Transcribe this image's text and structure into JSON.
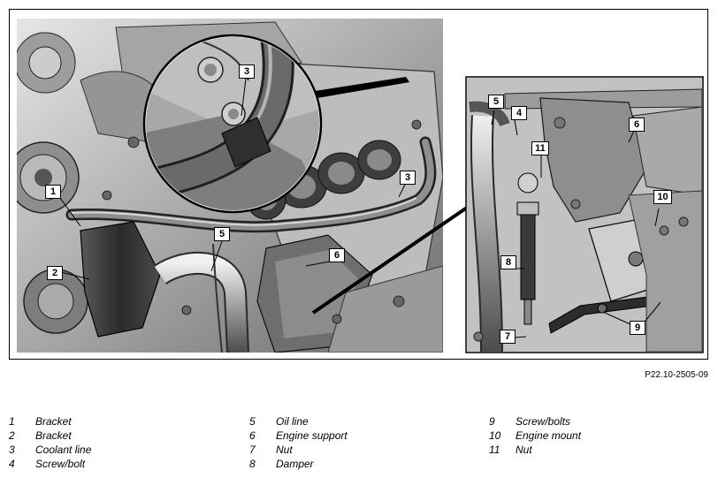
{
  "figure_code": "P22.10-2505-09",
  "callouts": {
    "c1": "1",
    "c2": "2",
    "c3a": "3",
    "c3b": "3",
    "c4": "4",
    "c5a": "5",
    "c5b": "5",
    "c6a": "6",
    "c6b": "6",
    "c7": "7",
    "c8": "8",
    "c9": "9",
    "c10": "10",
    "c11": "11"
  },
  "legend": [
    {
      "num": "1",
      "label": "Bracket"
    },
    {
      "num": "2",
      "label": "Bracket"
    },
    {
      "num": "3",
      "label": "Coolant line"
    },
    {
      "num": "4",
      "label": "Screw/bolt"
    },
    {
      "num": "5",
      "label": "Oil line"
    },
    {
      "num": "6",
      "label": "Engine support"
    },
    {
      "num": "7",
      "label": "Nut"
    },
    {
      "num": "8",
      "label": "Damper"
    },
    {
      "num": "9",
      "label": "Screw/bolts"
    },
    {
      "num": "10",
      "label": "Engine mount"
    },
    {
      "num": "11",
      "label": "Nut"
    }
  ],
  "colors": {
    "metal_light": "#c9c9c9",
    "metal_mid": "#9a9a9a",
    "metal_dark": "#4a4a4a",
    "line": "#1a1a1a"
  }
}
